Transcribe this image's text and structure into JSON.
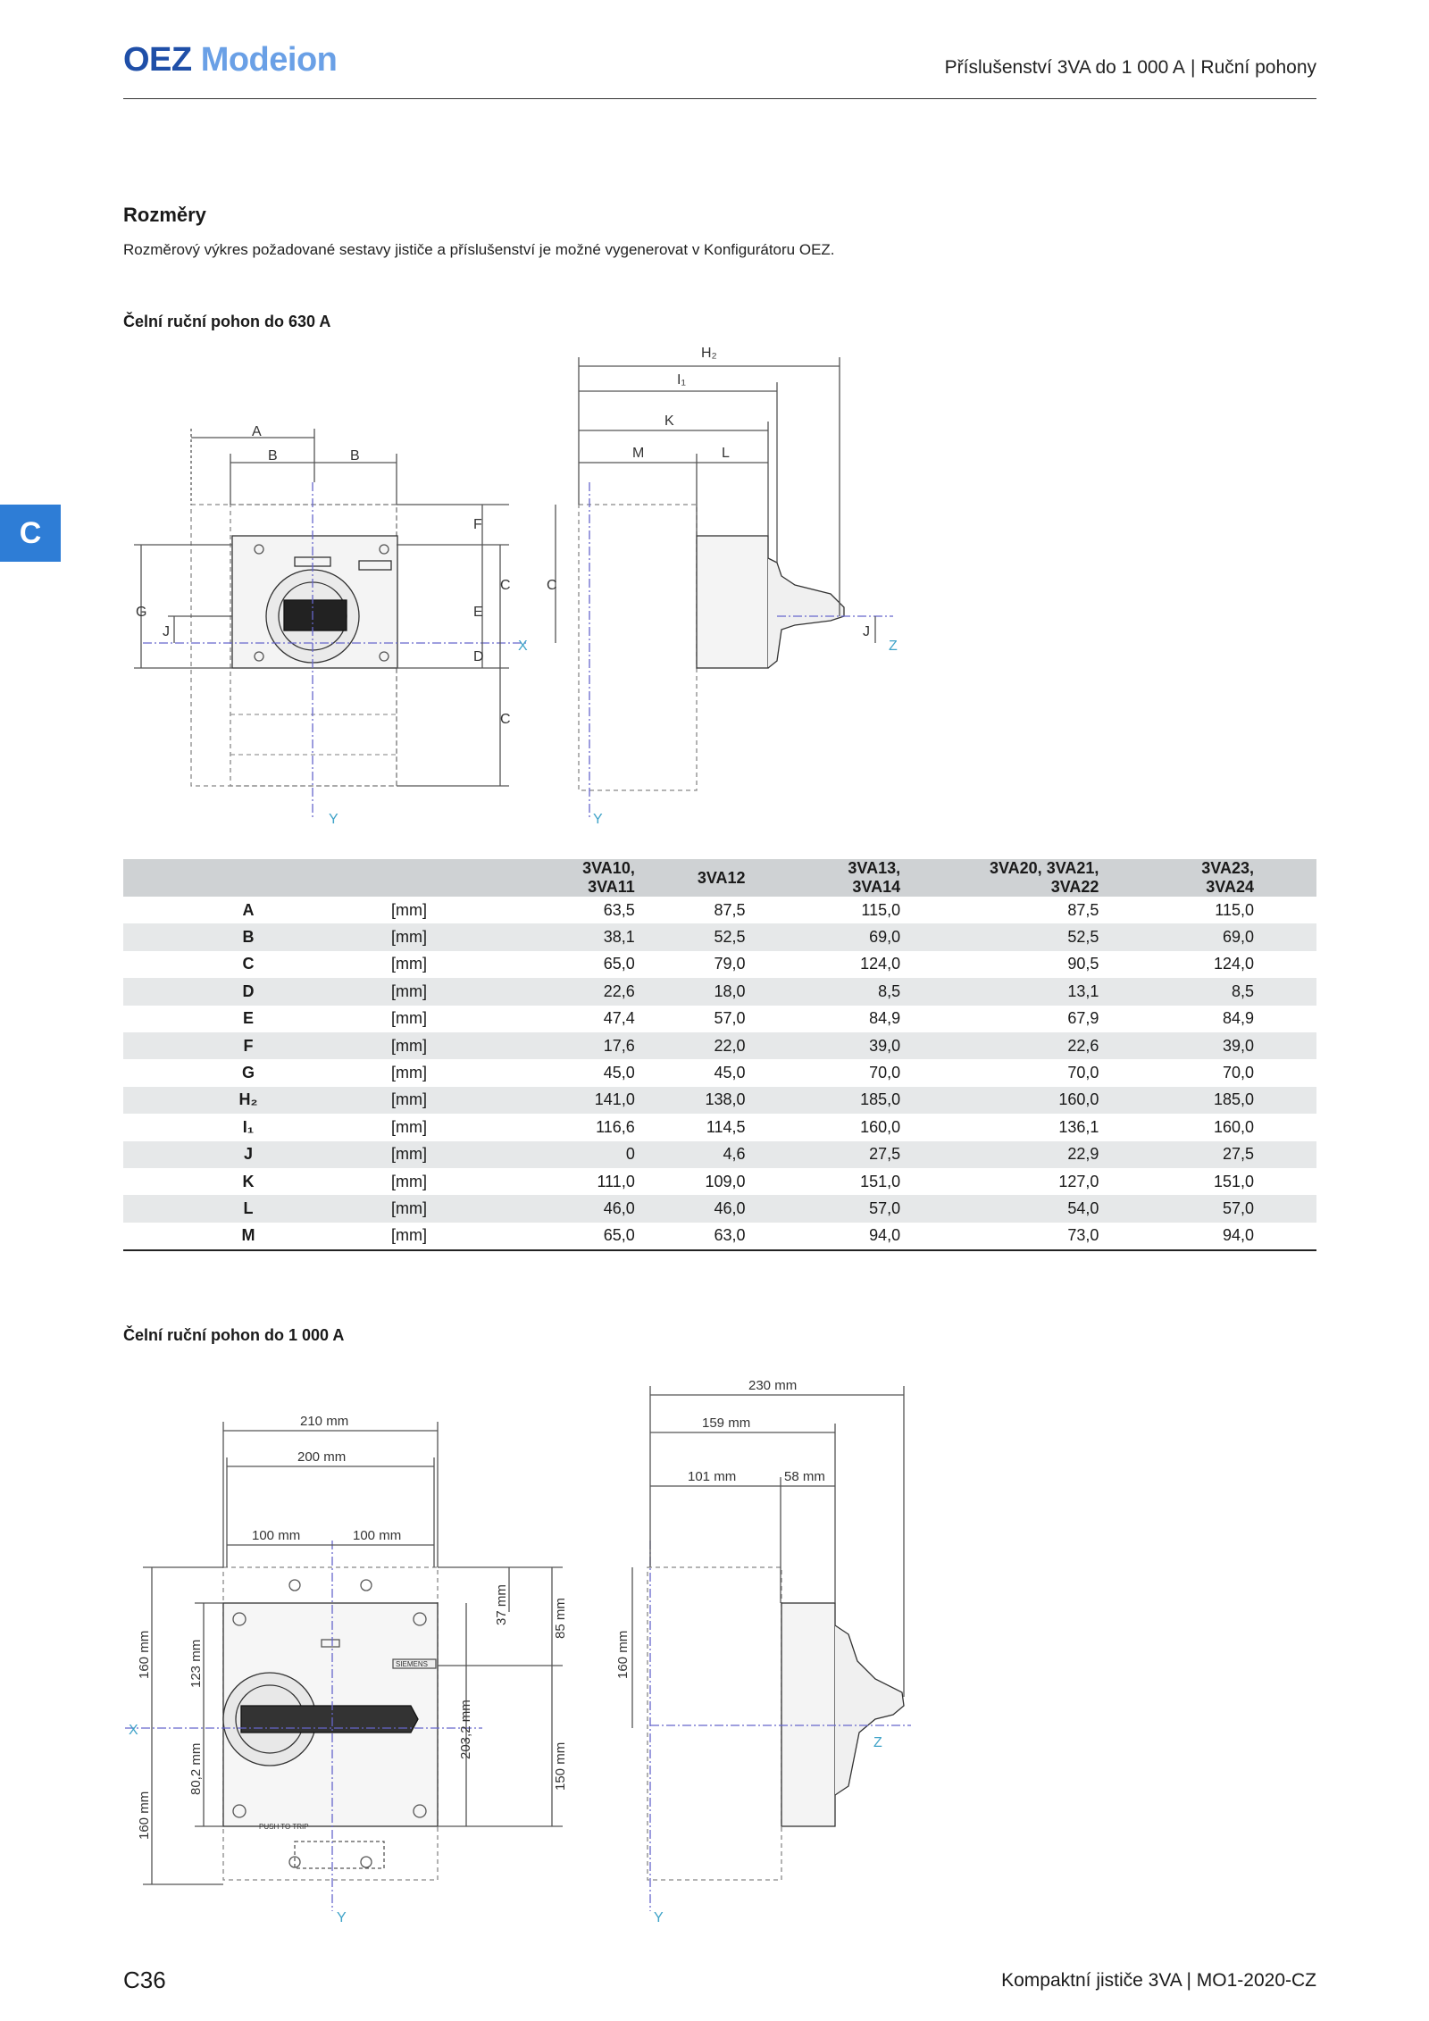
{
  "header": {
    "logo_oez": "OEZ",
    "logo_modeion": "Modeion",
    "right_main": "Příslušenství 3VA do 1 000 A",
    "right_sep": "|",
    "right_sub": "Ruční pohony"
  },
  "side_tab": "C",
  "section": {
    "title": "Rozměry",
    "intro": "Rozměrový výkres požadované sestavy jističe a příslušenství je možné vygenerovat v Konfigurátoru OEZ."
  },
  "drawing1": {
    "title": "Čelní ruční pohon do 630 A",
    "labels": {
      "A": "A",
      "B": "B",
      "C": "C",
      "D": "D",
      "E": "E",
      "F": "F",
      "G": "G",
      "J": "J",
      "K": "K",
      "L": "L",
      "M": "M",
      "H2": "H₂",
      "I1": "I₁",
      "X": "X",
      "Y": "Y",
      "Z": "Z"
    }
  },
  "table": {
    "columns": [
      "3VA10, 3VA11",
      "3VA12",
      "3VA13, 3VA14",
      "3VA20, 3VA21, 3VA22",
      "3VA23, 3VA24"
    ],
    "unit": "[mm]",
    "rows": [
      {
        "key": "A",
        "values": [
          "63,5",
          "87,5",
          "115,0",
          "87,5",
          "115,0"
        ]
      },
      {
        "key": "B",
        "values": [
          "38,1",
          "52,5",
          "69,0",
          "52,5",
          "69,0"
        ]
      },
      {
        "key": "C",
        "values": [
          "65,0",
          "79,0",
          "124,0",
          "90,5",
          "124,0"
        ]
      },
      {
        "key": "D",
        "values": [
          "22,6",
          "18,0",
          "8,5",
          "13,1",
          "8,5"
        ]
      },
      {
        "key": "E",
        "values": [
          "47,4",
          "57,0",
          "84,9",
          "67,9",
          "84,9"
        ]
      },
      {
        "key": "F",
        "values": [
          "17,6",
          "22,0",
          "39,0",
          "22,6",
          "39,0"
        ]
      },
      {
        "key": "G",
        "values": [
          "45,0",
          "45,0",
          "70,0",
          "70,0",
          "70,0"
        ]
      },
      {
        "key": "H₂",
        "values": [
          "141,0",
          "138,0",
          "185,0",
          "160,0",
          "185,0"
        ]
      },
      {
        "key": "I₁",
        "values": [
          "116,6",
          "114,5",
          "160,0",
          "136,1",
          "160,0"
        ]
      },
      {
        "key": "J",
        "values": [
          "0",
          "4,6",
          "27,5",
          "22,9",
          "27,5"
        ]
      },
      {
        "key": "K",
        "values": [
          "111,0",
          "109,0",
          "151,0",
          "127,0",
          "151,0"
        ]
      },
      {
        "key": "L",
        "values": [
          "46,0",
          "46,0",
          "57,0",
          "54,0",
          "57,0"
        ]
      },
      {
        "key": "M",
        "values": [
          "65,0",
          "63,0",
          "94,0",
          "73,0",
          "94,0"
        ]
      }
    ]
  },
  "drawing2": {
    "title": "Čelní ruční pohon do 1 000 A",
    "labels": {
      "d210": "210 mm",
      "d200": "200 mm",
      "d100a": "100 mm",
      "d100b": "100 mm",
      "d37": "37 mm",
      "d85": "85 mm",
      "d160a": "160 mm",
      "d123": "123 mm",
      "d203": "203,2 mm",
      "d150": "150 mm",
      "d80": "80,2 mm",
      "d160b": "160 mm",
      "d230": "230 mm",
      "d159": "159 mm",
      "d101": "101 mm",
      "d58": "58 mm",
      "d160c": "160 mm",
      "X": "X",
      "Y": "Y",
      "Z": "Z",
      "brand": "SIEMENS",
      "push": "PUSH TO TRIP"
    }
  },
  "footer": {
    "page": "C36",
    "doc_main": "Kompaktní jističe 3VA",
    "doc_sep": "|",
    "doc_code": "MO1-2020-CZ"
  }
}
